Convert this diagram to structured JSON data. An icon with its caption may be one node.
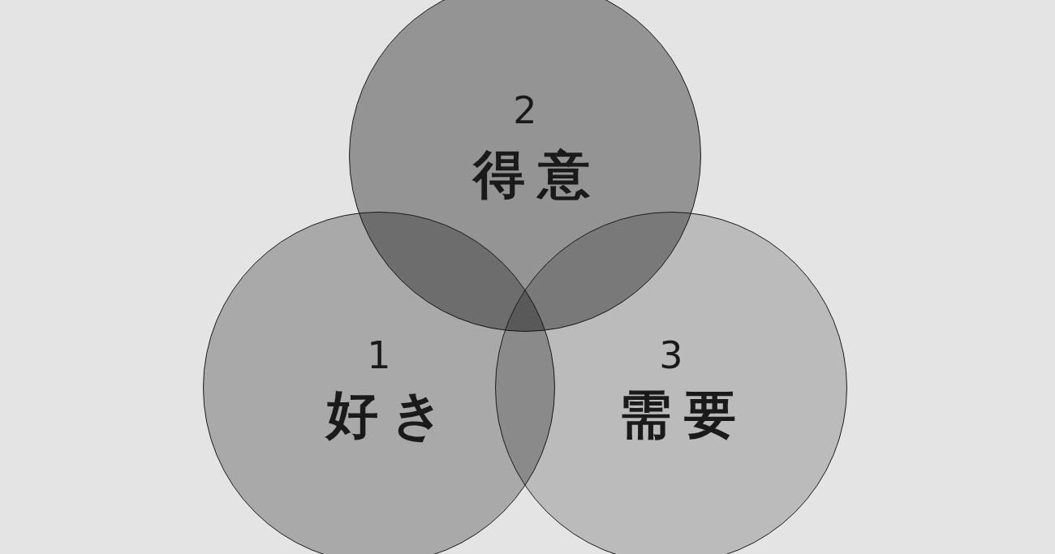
{
  "diagram": {
    "nodes": [
      {
        "text": [
          "2",
          "得意"
        ]
      },
      {
        "text": [
          "1",
          "好き"
        ]
      },
      {
        "text": [
          "3",
          "需要"
        ]
      }
    ]
  }
}
